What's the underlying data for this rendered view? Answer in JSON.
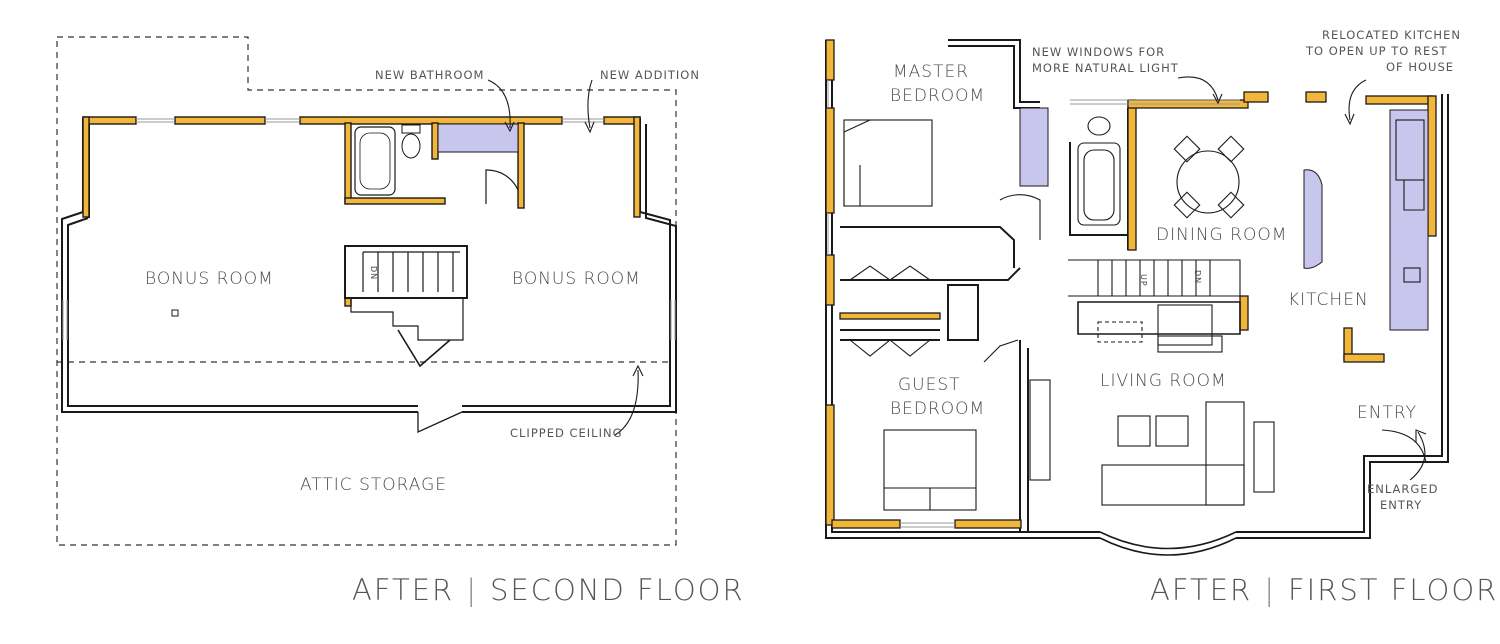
{
  "second_floor": {
    "caption_left": "AFTER",
    "caption_right": "SECOND FLOOR",
    "rooms": {
      "bonus_room_left": "BONUS ROOM",
      "bonus_room_right": "BONUS ROOM",
      "attic_storage": "ATTIC STORAGE",
      "stair_dn": "DN"
    },
    "notes": {
      "new_bathroom": "NEW BATHROOM",
      "new_addition": "NEW ADDITION",
      "clipped_ceiling": "CLIPPED CEILING"
    }
  },
  "first_floor": {
    "caption_left": "AFTER",
    "caption_right": "FIRST FLOOR",
    "rooms": {
      "master_bedroom_1": "MASTER",
      "master_bedroom_2": "BEDROOM",
      "guest_bedroom_1": "GUEST",
      "guest_bedroom_2": "BEDROOM",
      "dining_room": "DINING ROOM",
      "kitchen": "KITCHEN",
      "living_room": "LIVING ROOM",
      "entry": "ENTRY",
      "stair_up": "UP",
      "stair_dn": "DN"
    },
    "notes": {
      "new_windows_1": "NEW WINDOWS FOR",
      "new_windows_2": "MORE NATURAL LIGHT",
      "relocated_kitchen_1": "RELOCATED KITCHEN",
      "relocated_kitchen_2": "TO OPEN UP TO REST",
      "relocated_kitchen_3": "OF HOUSE",
      "enlarged_entry_1": "ENLARGED",
      "enlarged_entry_2": "ENTRY"
    }
  },
  "colors": {
    "new_wall": "#f2b63a",
    "wall": "#1a1a1a",
    "wet_area": "#c9c6ee"
  }
}
